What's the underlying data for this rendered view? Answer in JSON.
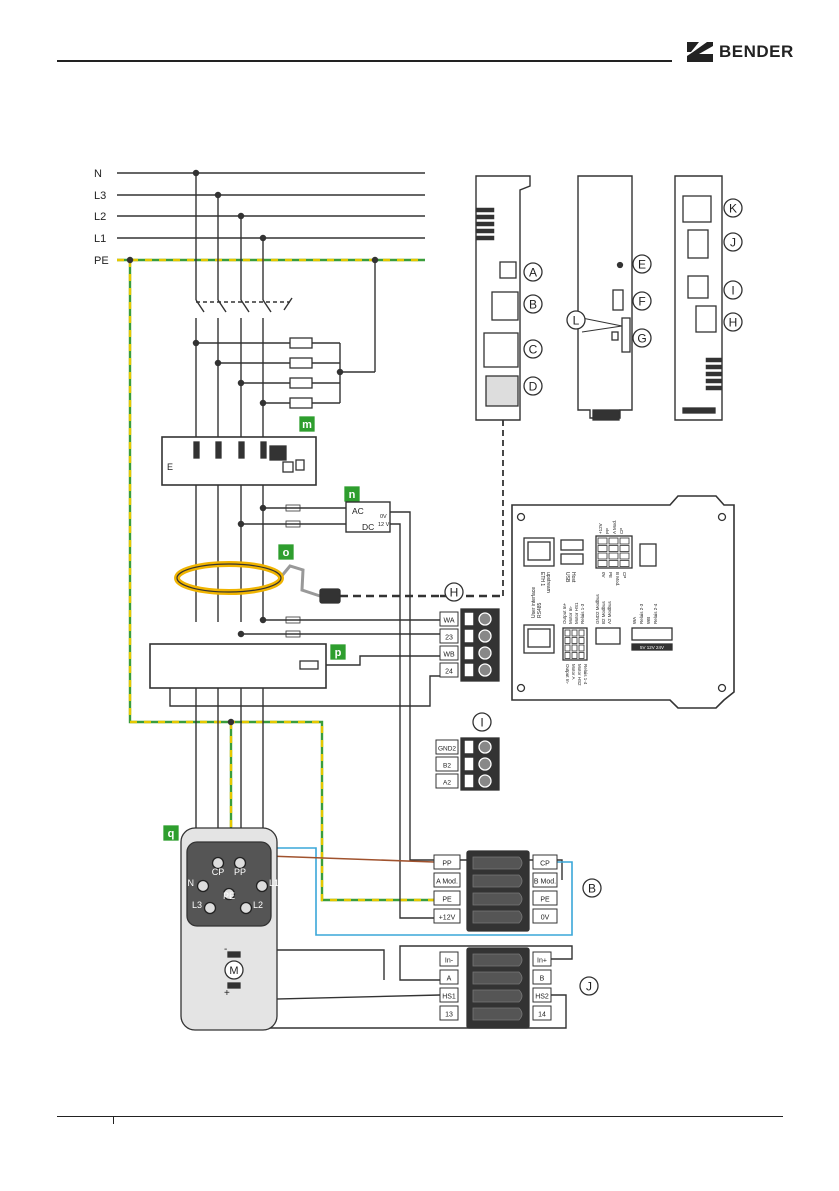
{
  "header": {
    "brand": "BENDER"
  },
  "colors": {
    "line": "#333333",
    "pe_green": "#3a9d3a",
    "pe_yellow": "#e6c800",
    "tag_green": "#2e9e2e",
    "cp_blue": "#3aa7d8",
    "pp_brown": "#a0522d",
    "ring_yellow": "#f0b400",
    "dark_fill": "#333333",
    "device_fill": "#e4e4e4"
  },
  "mains": {
    "labels": [
      "N",
      "L3",
      "L2",
      "L1",
      "PE"
    ]
  },
  "tags": {
    "m": "m",
    "n": "n",
    "o": "o",
    "p": "p",
    "q": "q"
  },
  "psu": {
    "ac": "AC",
    "dc": "DC",
    "v0": "0V",
    "v12": "12 V"
  },
  "terminal_h": {
    "letter": "H",
    "labels": [
      "WA",
      "23",
      "WB",
      "24"
    ]
  },
  "terminal_i": {
    "letter": "I",
    "labels": [
      "GND2",
      "B2",
      "A2"
    ]
  },
  "terminal_b": {
    "letter": "B",
    "left_labels": [
      "PP",
      "A Mod.",
      "PE",
      "+12V"
    ],
    "right_labels": [
      "CP",
      "B Mod.",
      "PE",
      "0V"
    ]
  },
  "terminal_j": {
    "letter": "J",
    "left_labels": [
      "In-",
      "A",
      "HS1",
      "13"
    ],
    "right_labels": [
      "In+",
      "B",
      "HS2",
      "14"
    ]
  },
  "socket": {
    "pins": [
      "CP",
      "PP",
      "N",
      "PE",
      "L1",
      "L3",
      "L2"
    ],
    "motor": "M"
  },
  "device_callouts": {
    "left_view": [
      "A",
      "B",
      "C",
      "D"
    ],
    "front_view": [
      "E",
      "F",
      "G",
      "L"
    ],
    "right_view": [
      "K",
      "J",
      "I",
      "H"
    ]
  },
  "board_labels": {
    "eth": "ETH 1",
    "eth_sub": "upstream",
    "usb": "USB",
    "usb_sub": "Host",
    "user_iface": "User interface",
    "user_iface_sub": "RS485",
    "top_col": [
      "+12V",
      "PP",
      "A Mod.",
      "CP"
    ],
    "top_col2": [
      "0V",
      "PE",
      "B Mod.",
      "CP"
    ],
    "mid": [
      "Output In+",
      "Motor In-",
      "Motor HS1",
      "Relais 1-3"
    ],
    "mid2": [
      "GND2 Modbus",
      "B2 Modbus",
      "A2 Modbus"
    ],
    "right": [
      "WA",
      "Relais 2-3",
      "WB",
      "Relais 2-4"
    ],
    "bottom": [
      "Output In-",
      "Motor A",
      "Motor HS2",
      "Relais 1-4"
    ],
    "small": "5V 12V 24V"
  }
}
